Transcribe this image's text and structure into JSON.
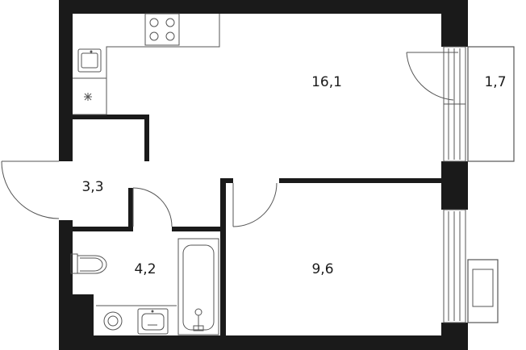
{
  "rooms": [
    {
      "id": "living",
      "area": "16,1"
    },
    {
      "id": "balcony",
      "area": "1,7"
    },
    {
      "id": "hall",
      "area": "3,3"
    },
    {
      "id": "bathroom",
      "area": "4,2"
    },
    {
      "id": "bedroom",
      "area": "9,6"
    }
  ],
  "colors": {
    "wall": "#1a1a1a",
    "fixture": "#555555",
    "background": "#ffffff"
  }
}
